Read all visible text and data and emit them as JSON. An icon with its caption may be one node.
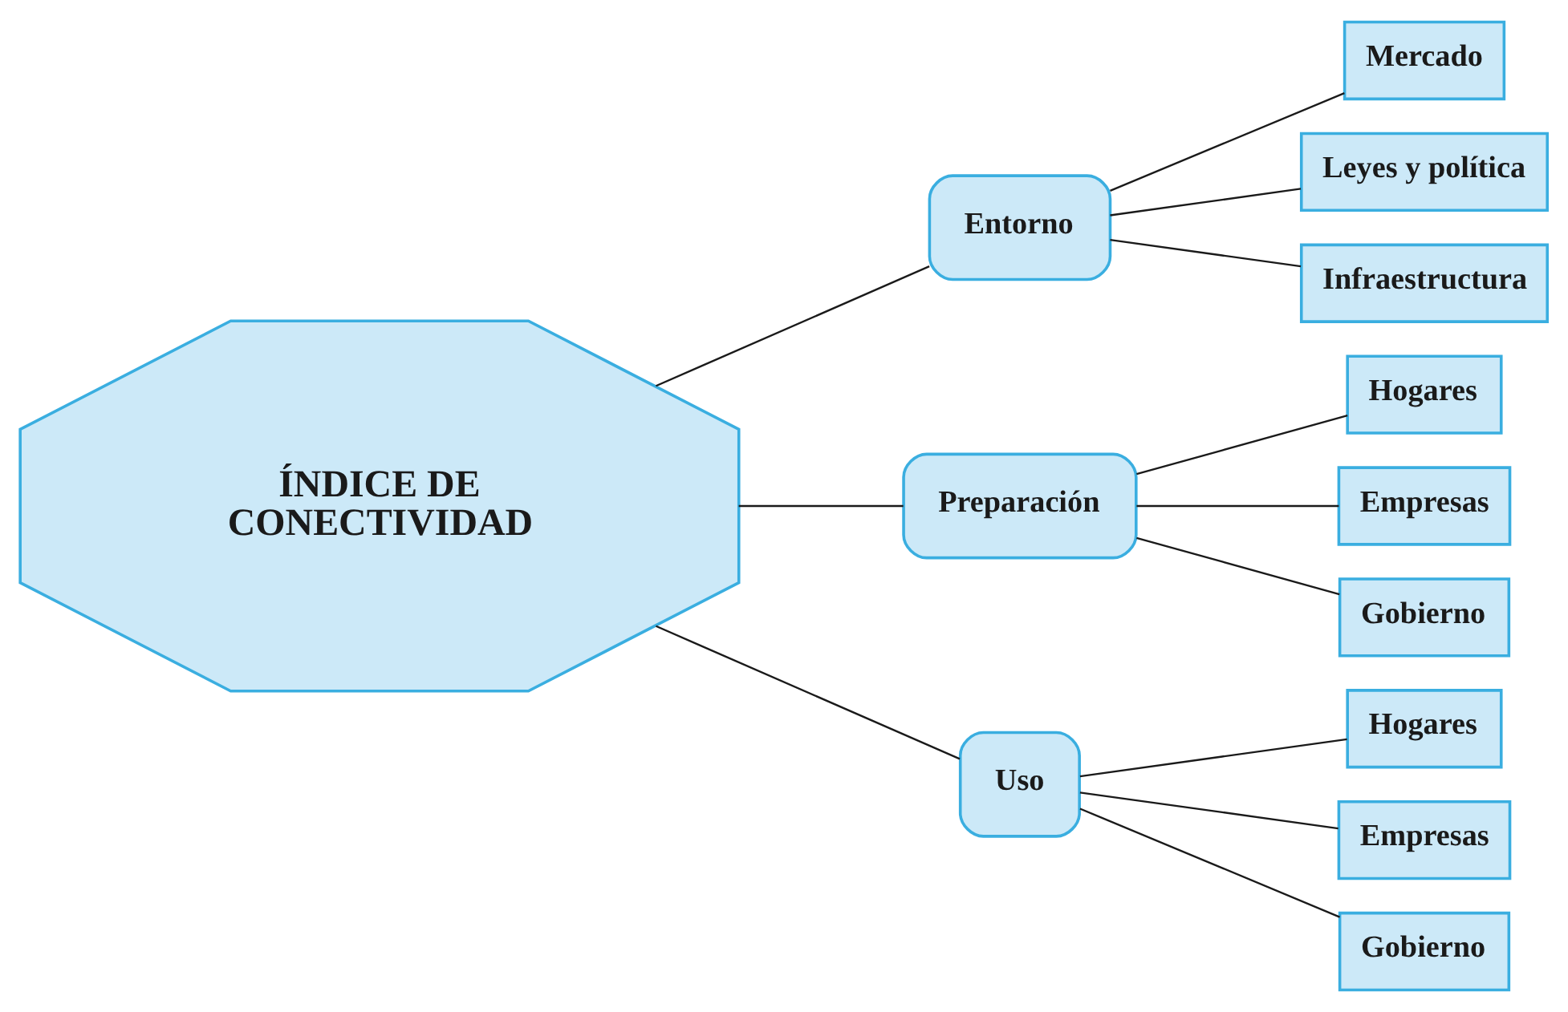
{
  "diagram": {
    "nodes": [
      {
        "text": [
          "ÍNDICE DE CONECTIVIDAD"
        ]
      },
      {
        "text": [
          "Entorno"
        ]
      },
      {
        "text": [
          "Mercado"
        ]
      },
      {
        "text": [
          "Leyes y política"
        ]
      },
      {
        "text": [
          "Infraestructura"
        ]
      },
      {
        "text": [
          "Preparación"
        ]
      },
      {
        "text": [
          "Hogares"
        ]
      },
      {
        "text": [
          "Empresas"
        ]
      },
      {
        "text": [
          "Gobierno"
        ]
      },
      {
        "text": [
          "Uso"
        ]
      },
      {
        "text": [
          "Hogares"
        ]
      },
      {
        "text": [
          "Empresas"
        ]
      },
      {
        "text": [
          "Gobierno"
        ]
      }
    ],
    "edges": [
      {
        "from": 0,
        "to": 1,
        "arrow": "none"
      },
      {
        "from": 0,
        "to": 5,
        "arrow": "none"
      },
      {
        "from": 0,
        "to": 9,
        "arrow": "none"
      },
      {
        "from": 1,
        "to": 2,
        "arrow": "none"
      },
      {
        "from": 1,
        "to": 3,
        "arrow": "none"
      },
      {
        "from": 1,
        "to": 4,
        "arrow": "none"
      },
      {
        "from": 5,
        "to": 6,
        "arrow": "none"
      },
      {
        "from": 5,
        "to": 7,
        "arrow": "none"
      },
      {
        "from": 5,
        "to": 8,
        "arrow": "none"
      },
      {
        "from": 9,
        "to": 10,
        "arrow": "none"
      },
      {
        "from": 9,
        "to": 11,
        "arrow": "none"
      },
      {
        "from": 9,
        "to": 12,
        "arrow": "none"
      }
    ]
  }
}
